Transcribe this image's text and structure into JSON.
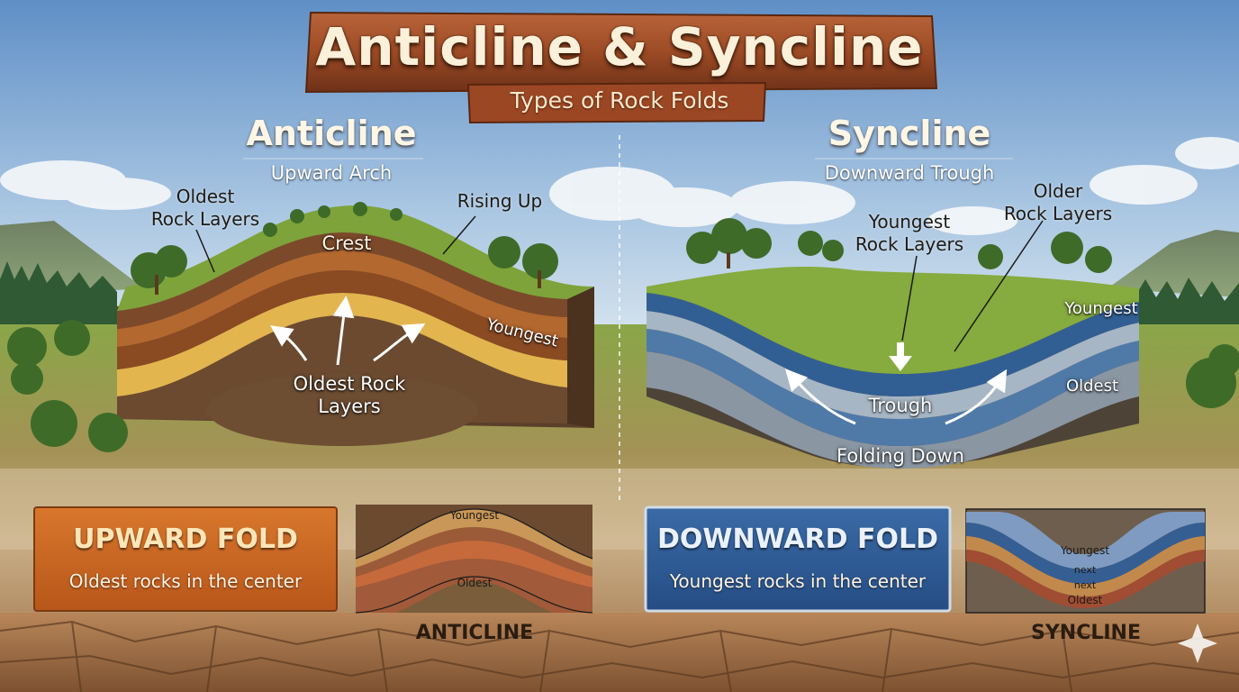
{
  "title": "Anticline & Syncline",
  "subtitle": "Types of Rock Folds",
  "anticline": {
    "heading": "Anticline",
    "subheading": "Upward Arch",
    "labels": {
      "oldest_layers_top": "Oldest\nRock Layers",
      "rising_up": "Rising Up",
      "crest": "Crest",
      "youngest": "Youngest",
      "oldest_core": "Oldest Rock\nLayers"
    },
    "panel": {
      "title": "UPWARD FOLD",
      "text": "Oldest rocks in the center"
    },
    "diagram": {
      "top_label": "Youngest",
      "core_label": "Oldest",
      "caption": "ANTICLINE"
    }
  },
  "syncline": {
    "heading": "Syncline",
    "subheading": "Downward Trough",
    "labels": {
      "youngest_layers": "Youngest\nRock Layers",
      "older_layers": "Older\nRock Layers",
      "youngest": "Youngest",
      "oldest": "Oldest",
      "trough": "Trough",
      "folding_down": "Folding Down"
    },
    "panel": {
      "title": "DOWNWARD FOLD",
      "text": "Youngest rocks in the center"
    },
    "diagram": {
      "labels": [
        "Youngest",
        "next",
        "next",
        "Oldest"
      ],
      "caption": "SYNCLINE"
    }
  },
  "colors": {
    "sky_top": "#5f8fc6",
    "sky_bottom": "#dbe8f2",
    "wood_sign": "#a4522a",
    "anticline_panel": "#cf6a22",
    "anticline_panel_title": "#fde6b8",
    "syncline_panel": "#2f5c97",
    "syncline_panel_title": "#eaf1fb",
    "grass": "#7ea33a",
    "soil": "#8b6443"
  }
}
